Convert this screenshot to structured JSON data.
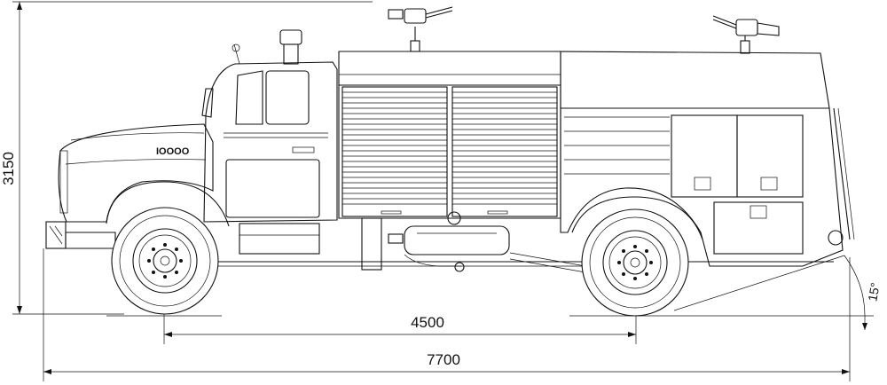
{
  "drawing": {
    "dimensions": {
      "height": "3150",
      "wheelbase": "4500",
      "overall_length": "7700",
      "departure_angle": "15°"
    },
    "cab_badge": "IOOOO"
  }
}
